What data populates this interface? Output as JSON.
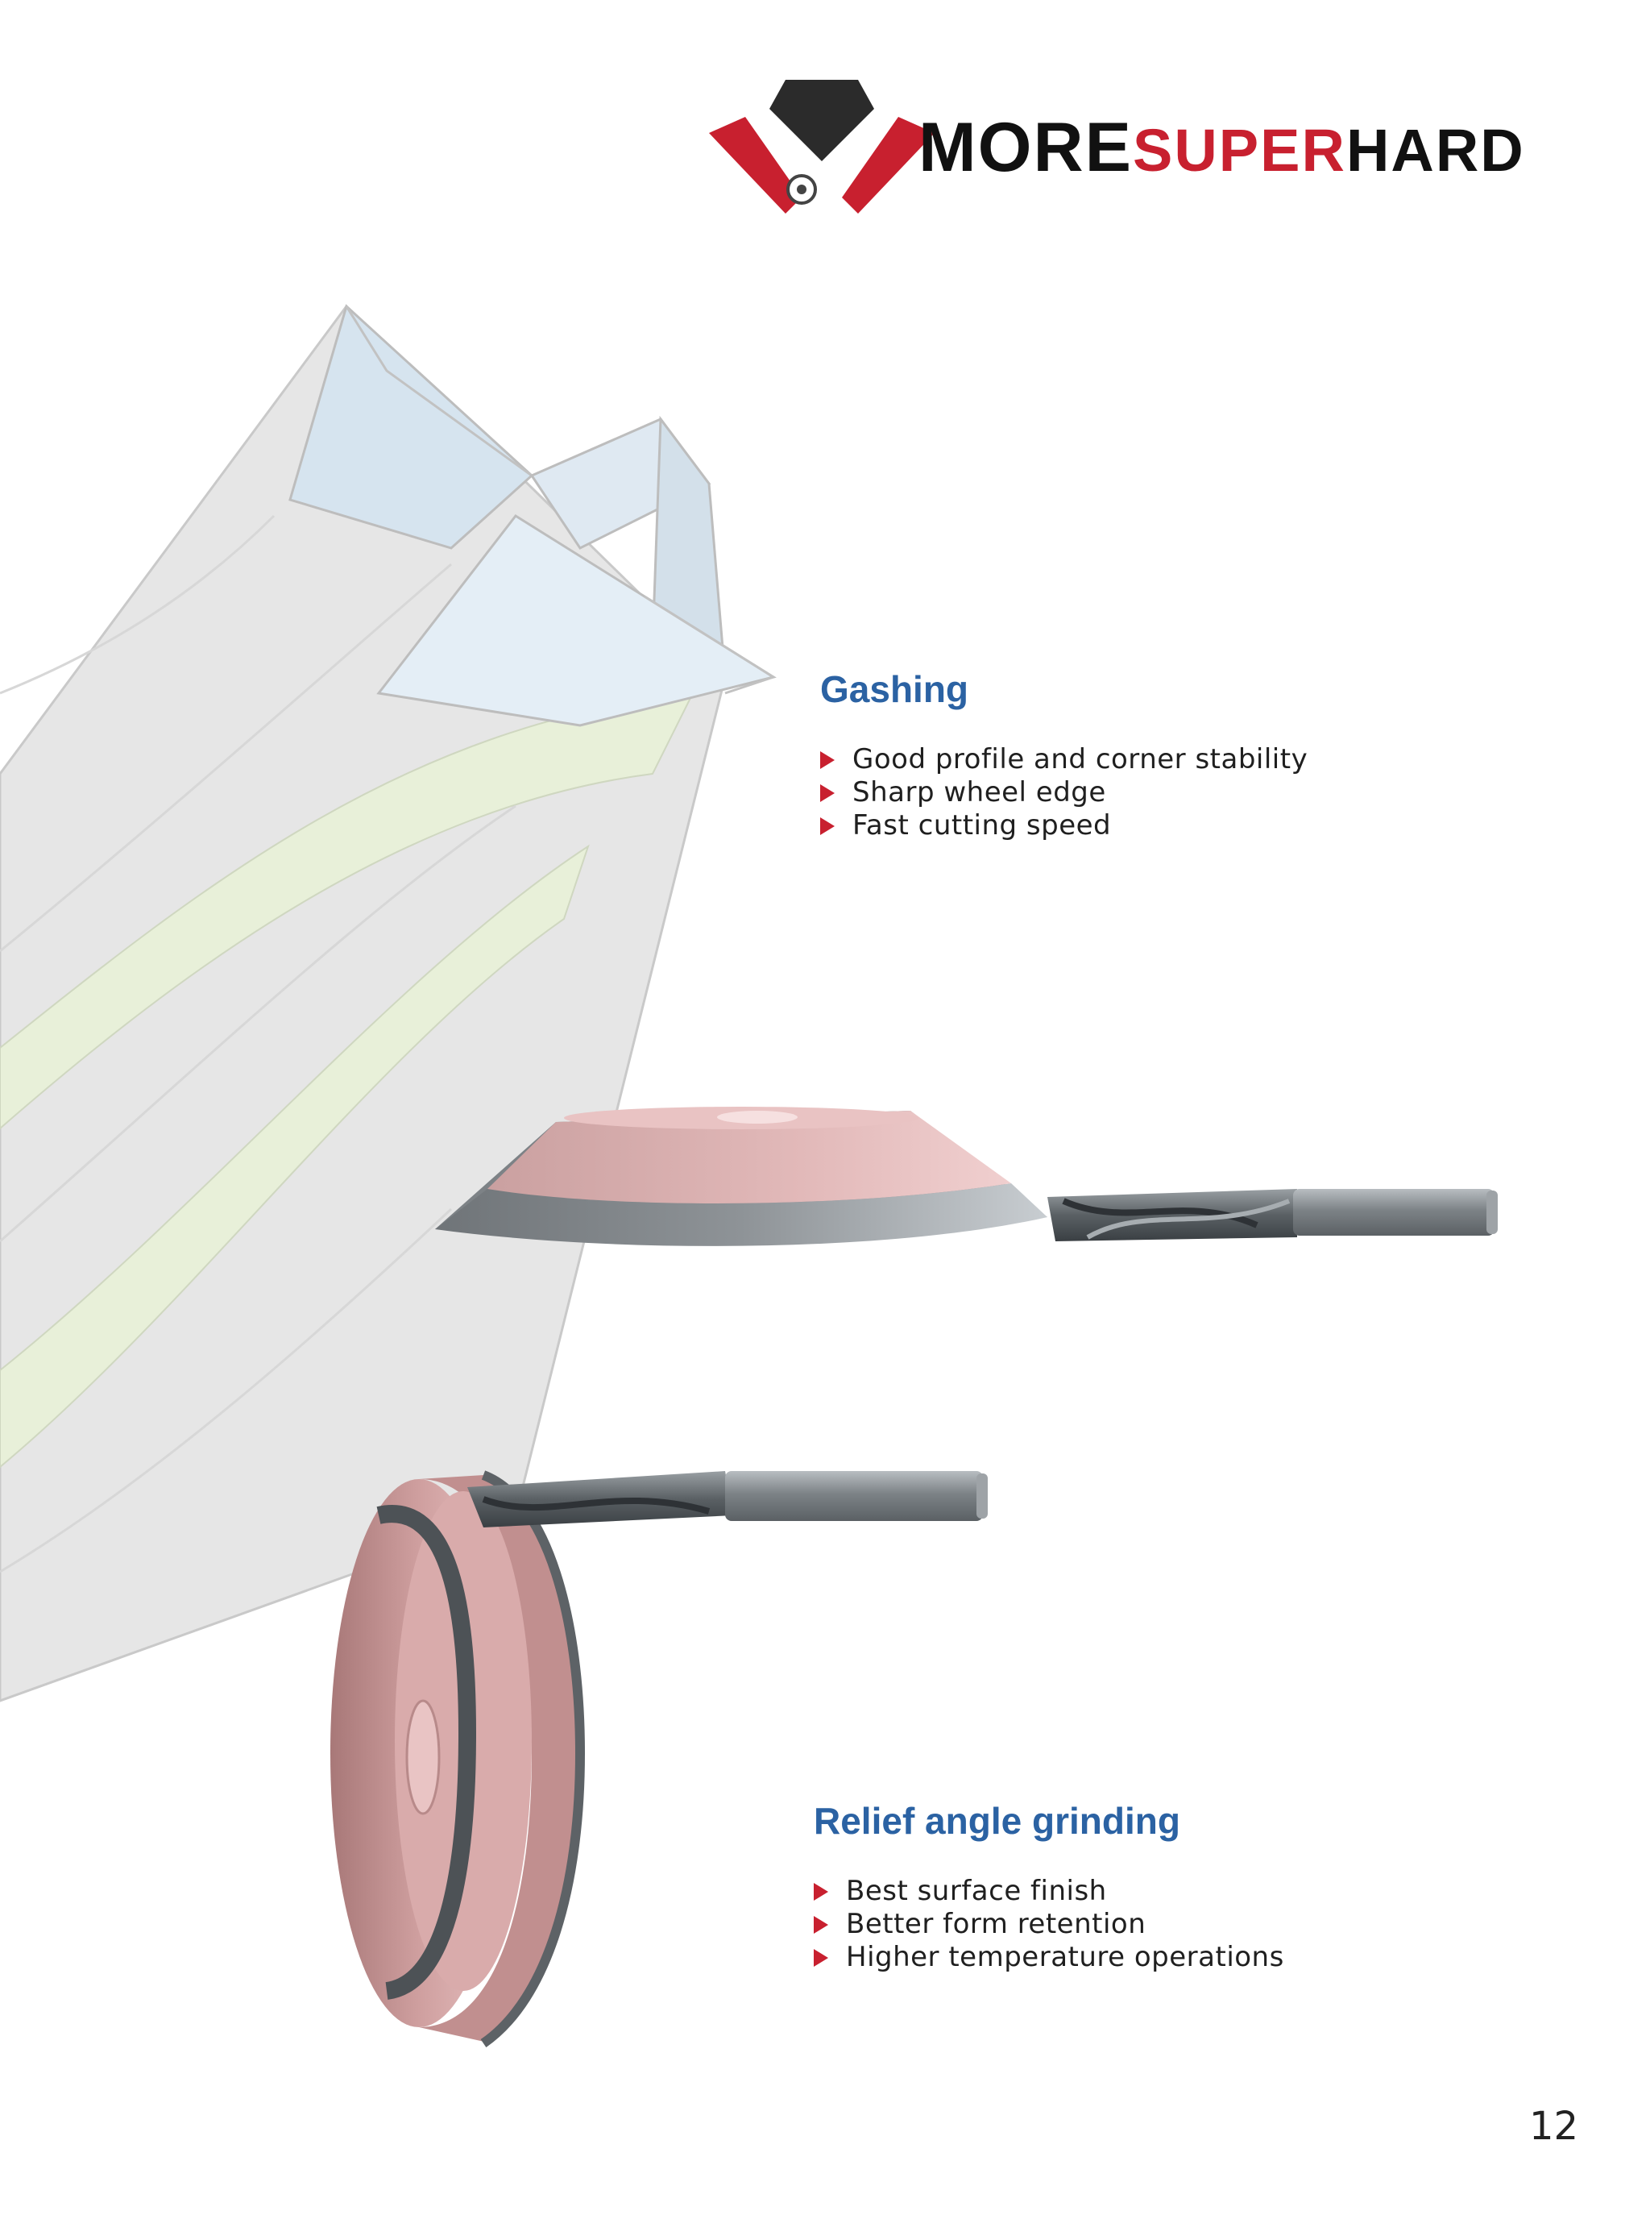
{
  "brand": {
    "name_part1": "MORE",
    "name_part2": "SUPER",
    "name_part3": "HARD",
    "colors": {
      "red": "#c8202f",
      "dark": "#111111",
      "blue": "#2b62a3"
    }
  },
  "sections": [
    {
      "title": "Gashing",
      "bullets": [
        "Good profile and corner stability",
        "Sharp wheel edge",
        "Fast cutting speed"
      ]
    },
    {
      "title": "Relief angle grinding",
      "bullets": [
        "Best surface finish",
        "Better form retention",
        "Higher temperature operations"
      ]
    }
  ],
  "page_number": "12"
}
